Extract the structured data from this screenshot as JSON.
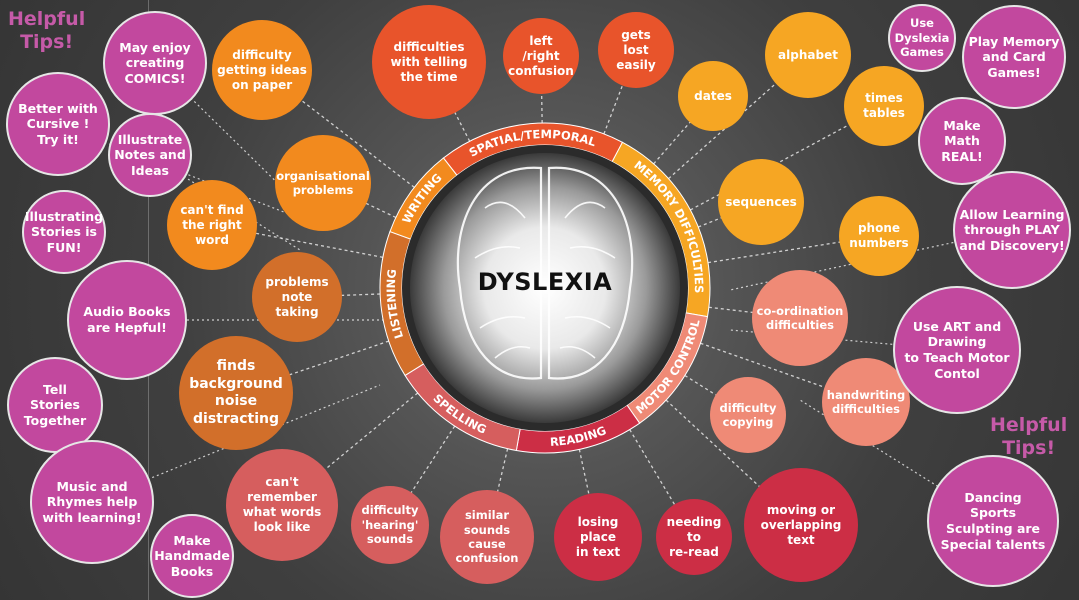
{
  "center_title": "DYSLEXIA",
  "headings": [
    "Helpful\nTips!",
    "Helpful\nTips!"
  ],
  "categories": [
    "SPATIAL/TEMPORAL",
    "MEMORY DIFFICULTIES",
    "MOTOR CONTROL",
    "READING",
    "SPELLING",
    "LISTENING",
    "WRITING"
  ],
  "colors": {
    "writing": "#f28a1e",
    "spatial": "#e8542b",
    "memory": "#f6a623",
    "motor": "#ef8a76",
    "reading": "#cc2e45",
    "spelling": "#d65e5e",
    "listening": "#d26f2a",
    "tip": "#c2489e"
  },
  "symptoms": [
    {
      "id": "difficulty-ideas",
      "text": "difficulty\ngetting ideas\non paper",
      "color": "writing"
    },
    {
      "id": "organisational",
      "text": "organisational\nproblems",
      "color": "writing"
    },
    {
      "id": "cant-find-word",
      "text": "can't find\nthe right\nword",
      "color": "writing"
    },
    {
      "id": "telling-time",
      "text": "difficulties\nwith telling\nthe time",
      "color": "spatial"
    },
    {
      "id": "left-right",
      "text": "left\n/right\nconfusion",
      "color": "spatial"
    },
    {
      "id": "gets-lost",
      "text": "gets\nlost\neasily",
      "color": "spatial"
    },
    {
      "id": "dates",
      "text": "dates",
      "color": "memory"
    },
    {
      "id": "alphabet",
      "text": "alphabet",
      "color": "memory"
    },
    {
      "id": "times-tables",
      "text": "times\ntables",
      "color": "memory"
    },
    {
      "id": "sequences",
      "text": "sequences",
      "color": "memory"
    },
    {
      "id": "phone-numbers",
      "text": "phone\nnumbers",
      "color": "memory"
    },
    {
      "id": "coordination",
      "text": "co-ordination\ndifficulties",
      "color": "motor"
    },
    {
      "id": "handwriting",
      "text": "handwriting\ndifficulties",
      "color": "motor"
    },
    {
      "id": "copying",
      "text": "difficulty\ncopying",
      "color": "motor"
    },
    {
      "id": "note-taking",
      "text": "problems\nnote\ntaking",
      "color": "listening"
    },
    {
      "id": "background-noise",
      "text": "finds\nbackground\nnoise\ndistracting",
      "color": "listening"
    },
    {
      "id": "cant-remember",
      "text": "can't\nremember\nwhat words\nlook like",
      "color": "spelling"
    },
    {
      "id": "hearing-sounds",
      "text": "difficulty\n'hearing'\nsounds",
      "color": "spelling"
    },
    {
      "id": "similar-sounds",
      "text": "similar\nsounds cause\nconfusion",
      "color": "spelling"
    },
    {
      "id": "losing-place",
      "text": "losing\nplace\nin text",
      "color": "reading"
    },
    {
      "id": "re-read",
      "text": "needing\nto\nre-read",
      "color": "reading"
    },
    {
      "id": "moving-text",
      "text": "moving or\noverlapping\ntext",
      "color": "reading"
    }
  ],
  "tips": [
    {
      "id": "comics",
      "text": "May enjoy\ncreating\nCOMICS!"
    },
    {
      "id": "cursive",
      "text": "Better with\nCursive !\nTry it!"
    },
    {
      "id": "illustrate-notes",
      "text": "Illustrate\nNotes and\nIdeas"
    },
    {
      "id": "illustrating-stories",
      "text": "Illustrating\nStories is\nFUN!"
    },
    {
      "id": "audio-books",
      "text": "Audio Books\nare Hepful!"
    },
    {
      "id": "tell-stories",
      "text": "Tell\nStories\nTogether"
    },
    {
      "id": "music-rhymes",
      "text": "Music and\nRhymes help\nwith learning!"
    },
    {
      "id": "handmade-books",
      "text": "Make\nHandmade\nBooks"
    },
    {
      "id": "dyslexia-games",
      "text": "Use\nDyslexia\nGames"
    },
    {
      "id": "memory-games",
      "text": "Play Memory\nand Card\nGames!"
    },
    {
      "id": "math-real",
      "text": "Make\nMath\nREAL!"
    },
    {
      "id": "learning-play",
      "text": "Allow Learning\nthrough PLAY\nand Discovery!"
    },
    {
      "id": "art-drawing",
      "text": "Use ART  and\nDrawing\nto Teach Motor\nContol"
    },
    {
      "id": "special-talents",
      "text": "Dancing\nSports\nSculpting are\nSpecial talents"
    }
  ]
}
